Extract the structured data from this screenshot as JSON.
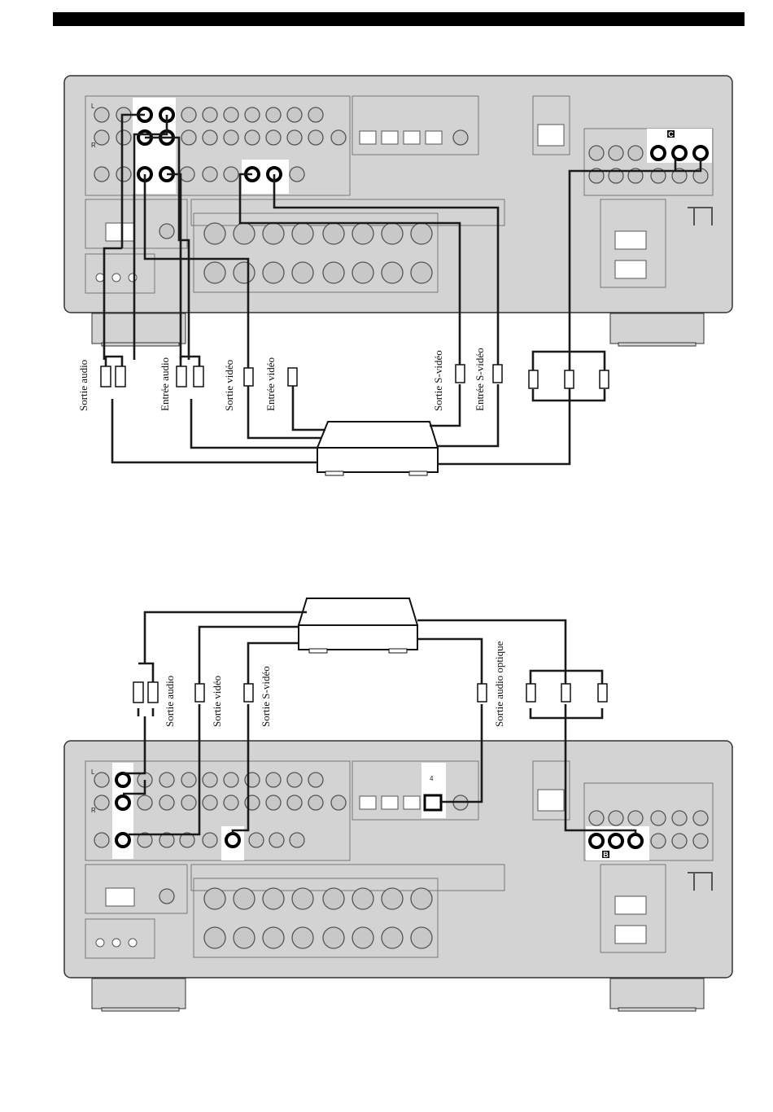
{
  "figure_top": {
    "labels": {
      "audio_out": "Sortie audio",
      "audio_in": "Entrée audio",
      "video_out": "Sortie vidéo",
      "video_in": "Entrée vidéo",
      "svideo_out": "Sortie S-vidéo",
      "svideo_in": "Entrée S-vidéo"
    },
    "markers": {
      "component_block": "C",
      "jack_left": "L",
      "jack_right": "R"
    }
  },
  "figure_bottom": {
    "labels": {
      "audio_out": "Sortie audio",
      "video_out": "Sortie vidéo",
      "svideo_out": "Sortie S-vidéo",
      "optical_out": "Sortie audio optique"
    },
    "markers": {
      "component_block": "B",
      "optical_jack": "4",
      "jack_left": "L",
      "jack_right": "R"
    }
  },
  "colors": {
    "panel": "#d3d3d3",
    "panel_border": "#333333",
    "cable": "#1a1a1a",
    "header_bar": "#000000"
  }
}
